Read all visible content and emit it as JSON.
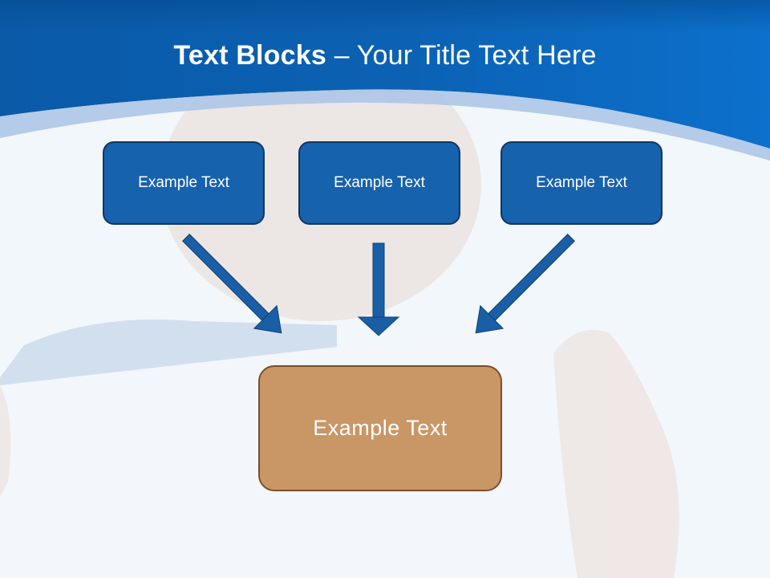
{
  "title": {
    "bold": "Text Blocks",
    "dash": " – ",
    "rest": "Your Title Text Here"
  },
  "blocks": [
    {
      "label": "Example Text"
    },
    {
      "label": "Example Text"
    },
    {
      "label": "Example Text"
    }
  ],
  "target_block": {
    "label": "Example Text"
  },
  "colors": {
    "header_blue": "#0a5fb0",
    "block_blue": "#1762ad",
    "block_border": "#10375f",
    "arrow_blue": "#1a5fa6",
    "target_fill": "#c99665",
    "target_border": "#7a4f2c"
  }
}
